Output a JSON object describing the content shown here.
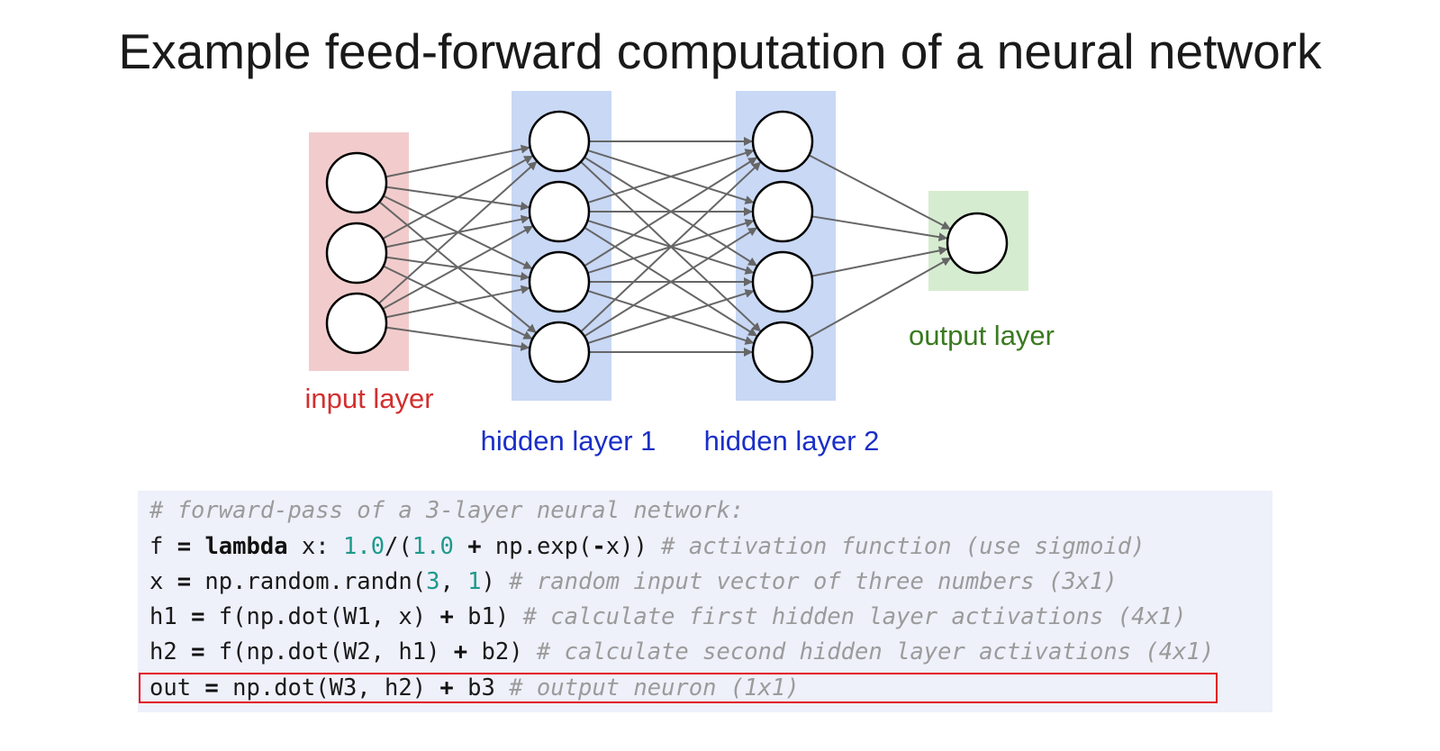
{
  "title": "Example feed-forward computation of a neural network",
  "diagram": {
    "layers": [
      {
        "label": "input layer",
        "neurons": 3,
        "color": "#d32f2f",
        "band_color": "#f2cccc"
      },
      {
        "label": "hidden layer 1",
        "neurons": 4,
        "color": "#1a2fc7",
        "band_color": "#c8d8f5"
      },
      {
        "label": "hidden layer 2",
        "neurons": 4,
        "color": "#1a2fc7",
        "band_color": "#c8d8f5"
      },
      {
        "label": "output layer",
        "neurons": 1,
        "color": "#3a7a20",
        "band_color": "#d6ecd0"
      }
    ],
    "connection_color": "#666666",
    "node_stroke": "#000000"
  },
  "code": {
    "line1": {
      "comment": "# forward-pass of a 3-layer neural network:"
    },
    "line2": {
      "lhs": "f",
      "eq": "=",
      "keyword": "lambda",
      "t1": " x: ",
      "n1": "1.0",
      "t2": "/(",
      "n2": "1.0",
      "plus": "+",
      "t3": " np.exp(",
      "minus": "-",
      "t4": "x)) ",
      "comment": "# activation function (use sigmoid)"
    },
    "line3": {
      "lhs": "x",
      "eq": "=",
      "t1": " np.random.randn(",
      "n1": "3",
      "t2": ", ",
      "n2": "1",
      "t3": ") ",
      "comment": "# random input vector of three numbers (3x1)"
    },
    "line4": {
      "lhs": "h1",
      "eq": "=",
      "t1": " f(np.dot(W1, x) ",
      "plus": "+",
      "t2": " b1) ",
      "comment": "# calculate first hidden layer activations (4x1)"
    },
    "line5": {
      "lhs": "h2",
      "eq": "=",
      "t1": " f(np.dot(W2, h1) ",
      "plus": "+",
      "t2": " b2) ",
      "comment": "# calculate second hidden layer activations (4x1)"
    },
    "line6": {
      "lhs": "out",
      "eq": "=",
      "t1": " np.dot(W3, h2) ",
      "plus": "+",
      "t2": " b3 ",
      "comment": "# output neuron (1x1)"
    },
    "highlight_color": "#e3101a"
  }
}
